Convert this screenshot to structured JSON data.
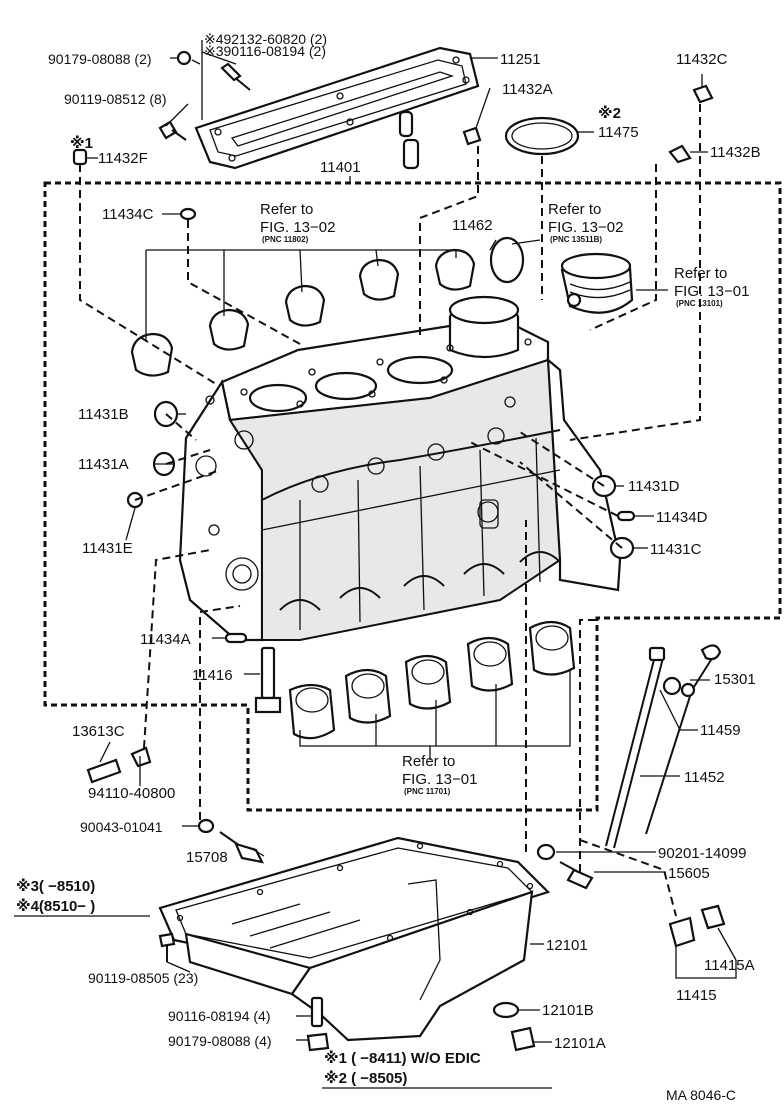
{
  "diagram": {
    "labels": {
      "p_90179_08088_top": "90179-08088 (2)",
      "p_492132": "※492132-60820 (2)",
      "p_390116": "※390116-08194 (2)",
      "p_11251": "11251",
      "p_90119_08512": "90119-08512 (8)",
      "p_11432A": "11432A",
      "p_11432C": "11432C",
      "p_mark2_top": "※2",
      "p_11475": "11475",
      "p_mark1_top": "※1",
      "p_11432F": "11432F",
      "p_11432B": "11432B",
      "p_11401": "11401",
      "p_11434C": "11434C",
      "p_11462": "11462",
      "p_11431B": "11431B",
      "p_11431A": "11431A",
      "p_11431E": "11431E",
      "p_11431D": "11431D",
      "p_11434D": "11434D",
      "p_11431C": "11431C",
      "p_11434A": "11434A",
      "p_11416": "11416",
      "p_15301": "15301",
      "p_11459": "11459",
      "p_13613C": "13613C",
      "p_94110": "94110-40800",
      "p_11452": "11452",
      "p_90043": "90043-01041",
      "p_15708": "15708",
      "p_90201": "90201-14099",
      "p_15605": "15605",
      "p_12101": "12101",
      "p_90119_08505": "90119-08505 (23)",
      "p_11415A": "11415A",
      "p_11415": "11415",
      "p_90116_08194": "90116-08194 (4)",
      "p_12101B": "12101B",
      "p_90179_08088_bot": "90179-08088 (4)",
      "p_12101A": "12101A"
    },
    "refs": {
      "r1_a": "Refer to",
      "r1_b": "FIG. 13−02",
      "r1_c": "(PNC 11802)",
      "r2_a": "Refer to",
      "r2_b": "FIG. 13−02",
      "r2_c": "(PNC 13511B)",
      "r3_a": "Refer to",
      "r3_b": "FIG. 13−01",
      "r3_c": "(PNC 13101)",
      "r4_a": "Refer to",
      "r4_b": "FIG. 13−01",
      "r4_c": "(PNC 11701)"
    },
    "notes": {
      "n3": "※3(      −8510)",
      "n4": "※4(8510−        )",
      "n1": "※1 (      −8411) W/O EDIC",
      "n2": "※2 (      −8505)"
    },
    "code": "MA  8046-C"
  }
}
